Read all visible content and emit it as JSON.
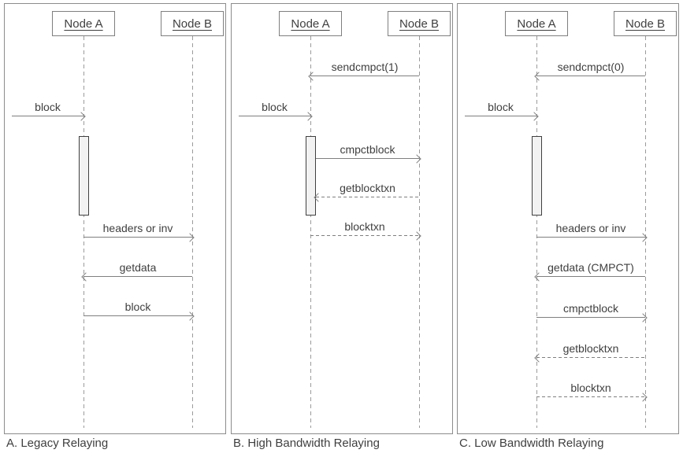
{
  "colors": {
    "text": "#3f3f3f",
    "arrow_line": "#7f7f7f",
    "lifeline": "#9b9b9b",
    "panel_border": "#8c8c8c",
    "activation_fill": "#f2f2f2",
    "activation_border": "#404040"
  },
  "panels": [
    {
      "id": "A",
      "caption": "A. Legacy Relaying",
      "node_a": "Node A",
      "node_b": "Node B",
      "messages": [
        {
          "label": "block",
          "from": "network",
          "to": "Node A",
          "line": "solid"
        },
        {
          "label": "headers or inv",
          "from": "Node A",
          "to": "Node B",
          "line": "solid"
        },
        {
          "label": "getdata",
          "from": "Node B",
          "to": "Node A",
          "line": "solid"
        },
        {
          "label": "block",
          "from": "Node A",
          "to": "Node B",
          "line": "solid"
        }
      ]
    },
    {
      "id": "B",
      "caption": "B. High Bandwidth Relaying",
      "node_a": "Node A",
      "node_b": "Node B",
      "messages": [
        {
          "label": "sendcmpct(1)",
          "from": "Node B",
          "to": "Node A",
          "line": "solid"
        },
        {
          "label": "block",
          "from": "network",
          "to": "Node A",
          "line": "solid"
        },
        {
          "label": "cmpctblock",
          "from": "Node A",
          "to": "Node B",
          "line": "solid"
        },
        {
          "label": "getblocktxn",
          "from": "Node B",
          "to": "Node A",
          "line": "dashed"
        },
        {
          "label": "blocktxn",
          "from": "Node A",
          "to": "Node B",
          "line": "dashed"
        }
      ]
    },
    {
      "id": "C",
      "caption": "C. Low Bandwidth Relaying",
      "node_a": "Node A",
      "node_b": "Node B",
      "messages": [
        {
          "label": "sendcmpct(0)",
          "from": "Node B",
          "to": "Node A",
          "line": "solid"
        },
        {
          "label": "block",
          "from": "network",
          "to": "Node A",
          "line": "solid"
        },
        {
          "label": "headers or inv",
          "from": "Node A",
          "to": "Node B",
          "line": "solid"
        },
        {
          "label": "getdata (CMPCT)",
          "from": "Node B",
          "to": "Node A",
          "line": "solid"
        },
        {
          "label": "cmpctblock",
          "from": "Node A",
          "to": "Node B",
          "line": "solid"
        },
        {
          "label": "getblocktxn",
          "from": "Node B",
          "to": "Node A",
          "line": "dashed"
        },
        {
          "label": "blocktxn",
          "from": "Node A",
          "to": "Node B",
          "line": "dashed"
        }
      ]
    }
  ]
}
